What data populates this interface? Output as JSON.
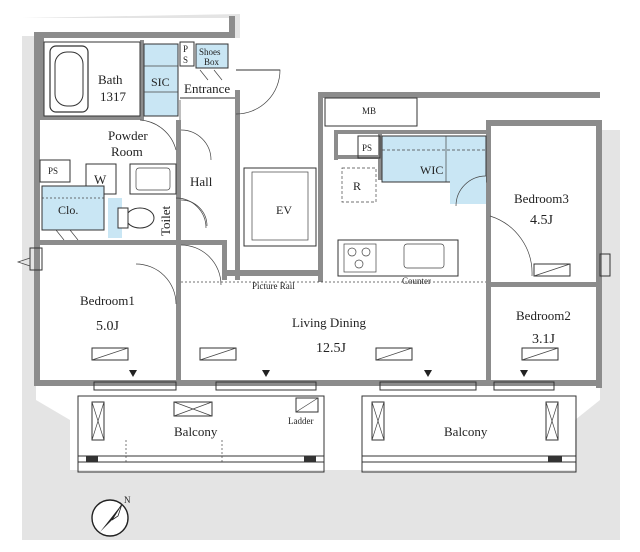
{
  "rooms": {
    "bath_name": "Bath",
    "bath_size": "1317",
    "sic": "SIC",
    "ps_top": "P\nS",
    "ps_top_p": "P",
    "ps_top_s": "S",
    "shoes_box_1": "Shoes",
    "shoes_box_2": "Box",
    "entrance": "Entrance",
    "mb": "MB",
    "powder_room_1": "Powder",
    "powder_room_2": "Room",
    "ps_left": "PS",
    "washer": "W",
    "closet": "Clo.",
    "toilet": "Toilet",
    "hall": "Hall",
    "ev": "EV",
    "ps_kitchen": "PS",
    "wic": "WIC",
    "refrigerator": "R",
    "counter": "Counter",
    "picture_rail": "Picture Rail",
    "bedroom3_name": "Bedroom3",
    "bedroom3_size": "4.5J",
    "bedroom1_name": "Bedroom1",
    "bedroom1_size": "5.0J",
    "living_name": "Living Dining",
    "living_size": "12.5J",
    "bedroom2_name": "Bedroom2",
    "bedroom2_size": "3.1J",
    "balcony_left": "Balcony",
    "balcony_right": "Balcony",
    "ladder": "Ladder"
  },
  "compass": {
    "north_label": "N"
  },
  "colors": {
    "wall": "#8c8c8c",
    "storage": "#c9e6f4",
    "band": "#e4e4e4"
  }
}
